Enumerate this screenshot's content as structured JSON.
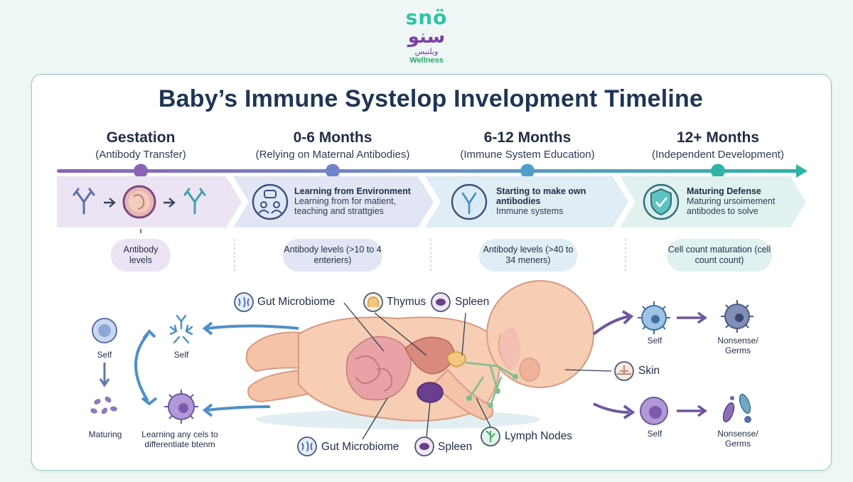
{
  "brand": {
    "mark": "snö",
    "arabic": "سنو",
    "arabic_sub": "ويلنيس",
    "sub": "Wellness"
  },
  "title": "Baby’s Immune Systelop Invelopment Timeline",
  "stages": [
    {
      "title": "Gestation",
      "sub": "(Antibody Transfer)"
    },
    {
      "title": "0-6 Months",
      "sub": "(Relying on Maternal Antibodies)"
    },
    {
      "title": "6-12 Months",
      "sub": "(Immune System Education)"
    },
    {
      "title": "12+ Months",
      "sub": "(Independent Development)"
    }
  ],
  "boxes": [
    {
      "title": "",
      "text": ""
    },
    {
      "title": "Learning from Environment",
      "text": "Learning from for matient, teaching and strattgies"
    },
    {
      "title": "Starting to make own antibodies",
      "text": "Immune systems"
    },
    {
      "title": "Maturing Defense",
      "text": "Maturing ursoimement antibodes to solve"
    }
  ],
  "chips": [
    {
      "text": "Antibody levels"
    },
    {
      "text": "Antibody levels (>10 to 4 enteriers)"
    },
    {
      "text": "Antibody levels (>40 to 34 meners)"
    },
    {
      "text": "Cell count maturation (cell count count)"
    }
  ],
  "left_cells": {
    "self_top": "Self",
    "self_mid": "Self",
    "maturing": "Maturing",
    "learning": "Learning any cels to differentiate btenm"
  },
  "organs": {
    "gut_top": "Gut Microbiome",
    "thymus": "Thymus",
    "spleen_top": "Spleen",
    "skin": "Skin",
    "lymph": "Lymph Nodes",
    "gut_bottom": "Gut Microbiome",
    "spleen_bottom": "Spleen"
  },
  "right_cells": {
    "self_top": "Self",
    "germs_top": "Nonsense/ Germs",
    "self_bottom": "Self",
    "germs_bottom": "Nonsense/ Germs"
  },
  "colors": {
    "accent_purple": "#8a63b5",
    "accent_teal": "#2fb3a6",
    "brand_teal": "#2ec4a6",
    "brand_purple": "#7b3fa3",
    "title_navy": "#1f3556"
  }
}
